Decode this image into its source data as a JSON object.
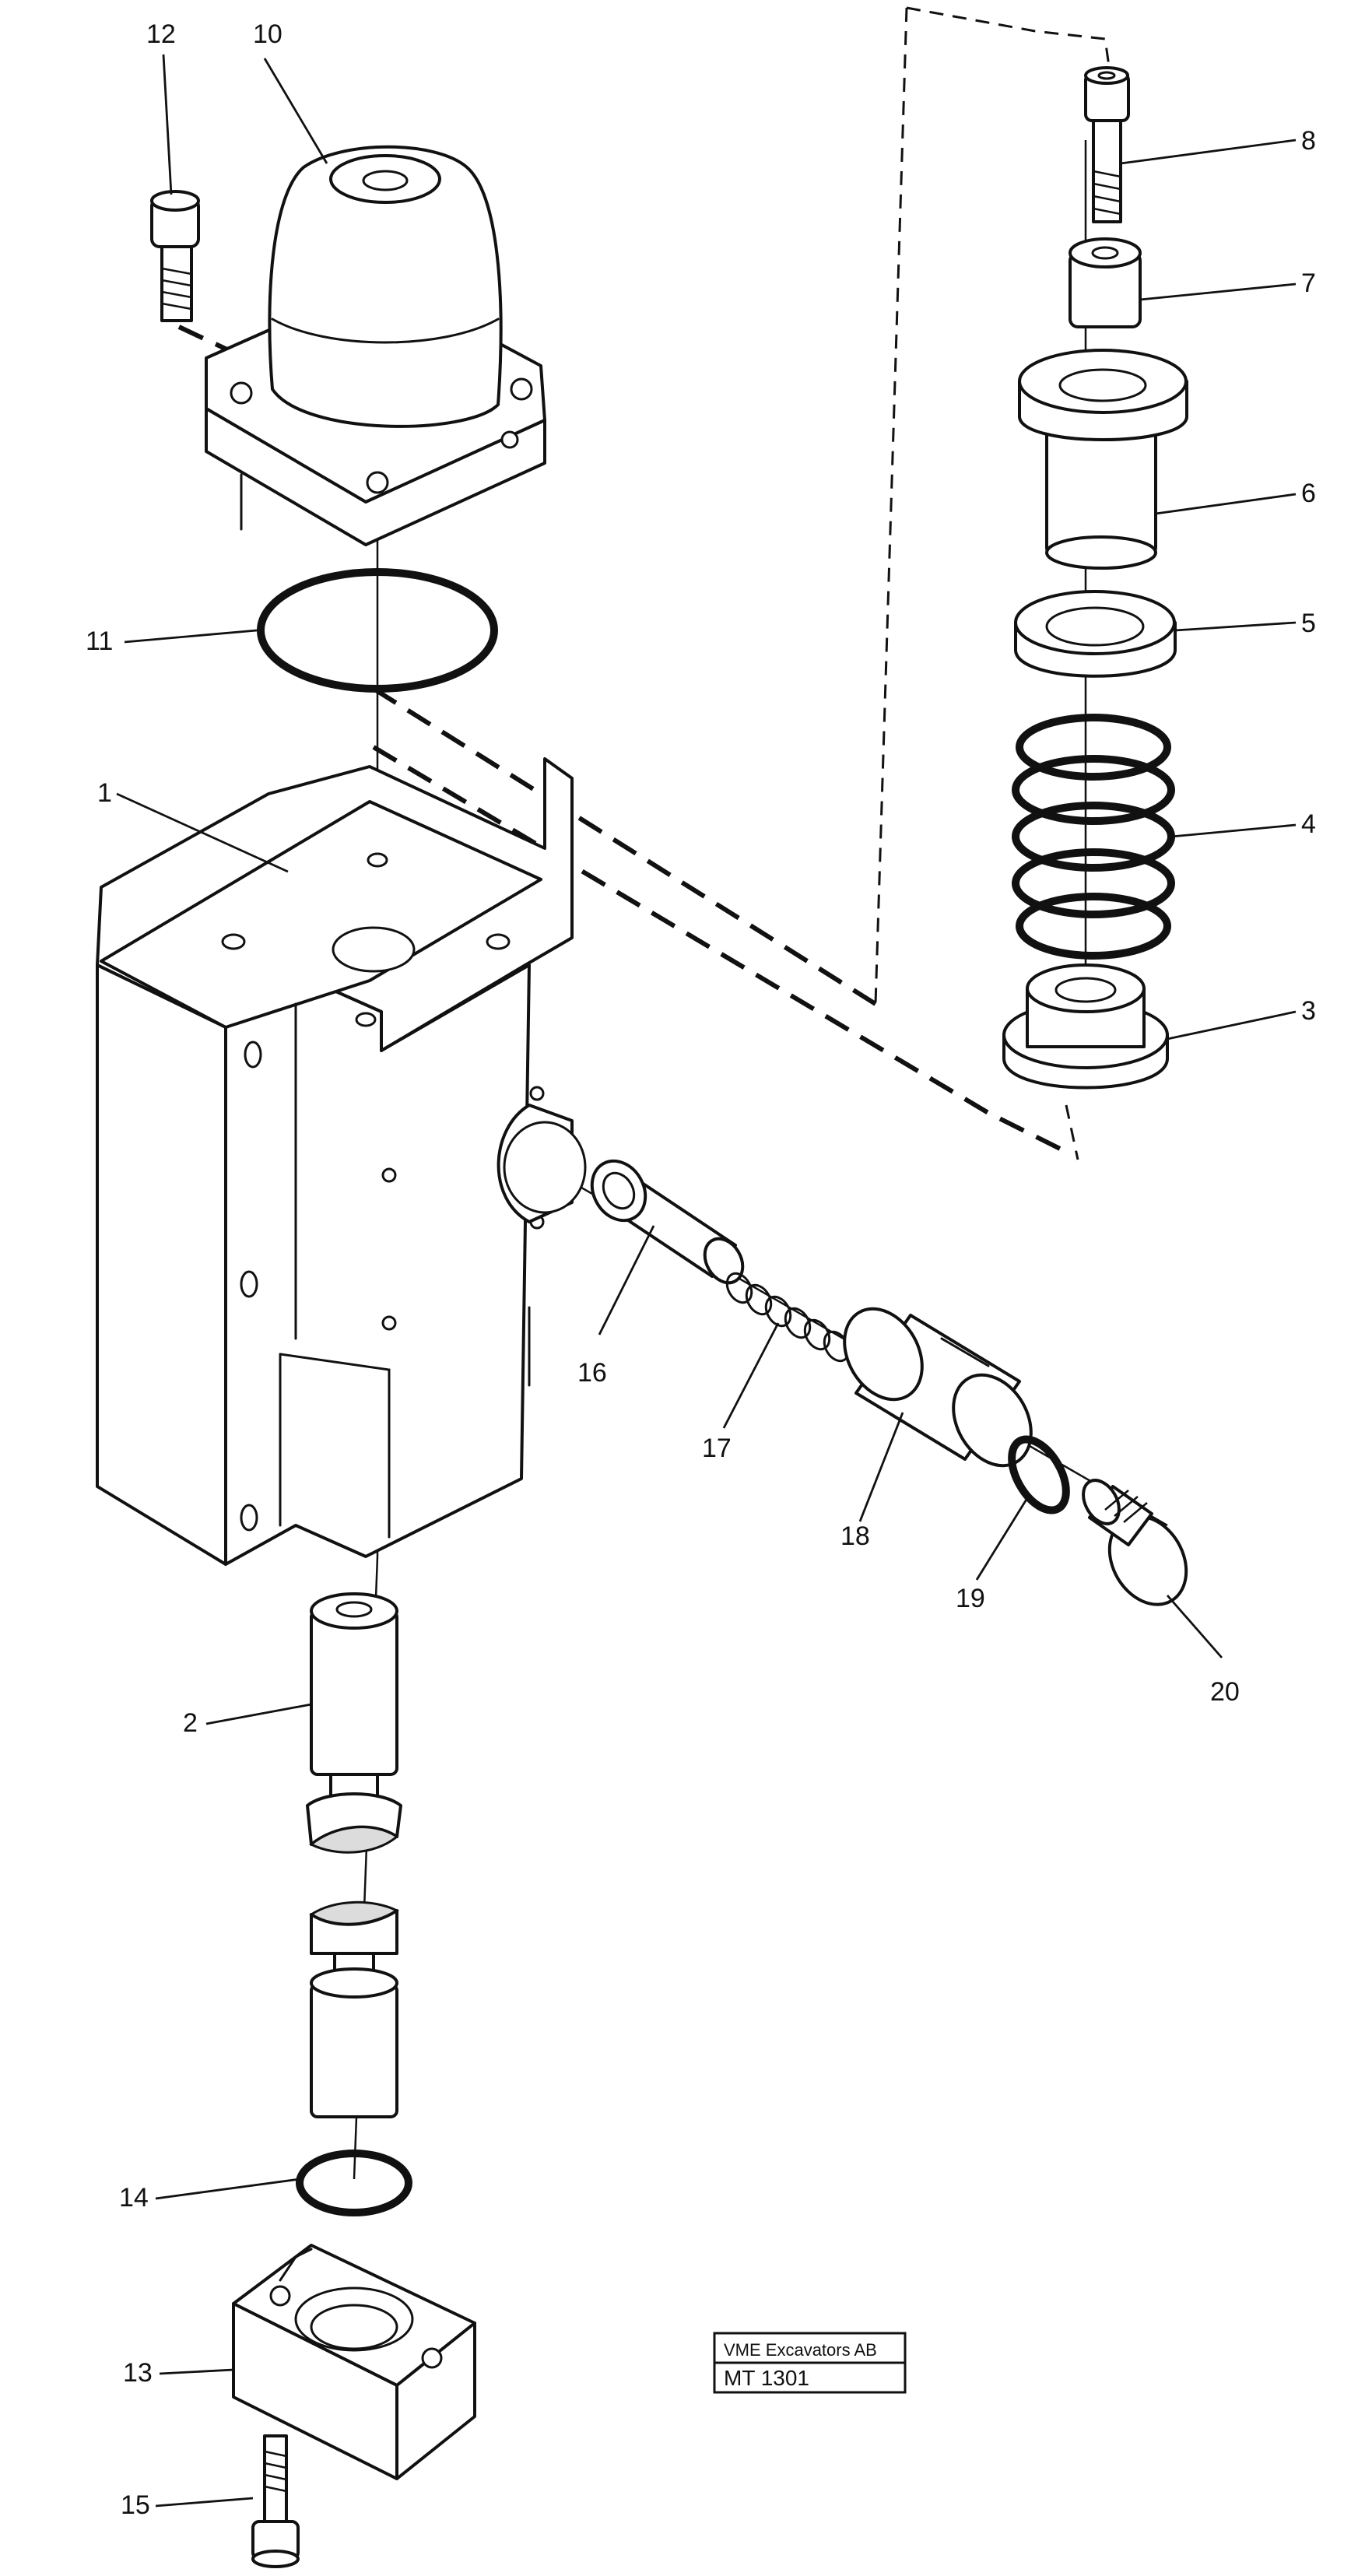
{
  "diagram": {
    "callouts": [
      {
        "id": "1",
        "text": "1"
      },
      {
        "id": "2",
        "text": "2"
      },
      {
        "id": "3",
        "text": "3"
      },
      {
        "id": "4",
        "text": "4"
      },
      {
        "id": "5",
        "text": "5"
      },
      {
        "id": "6",
        "text": "6"
      },
      {
        "id": "7",
        "text": "7"
      },
      {
        "id": "8",
        "text": "8"
      },
      {
        "id": "10",
        "text": "10"
      },
      {
        "id": "11",
        "text": "11"
      },
      {
        "id": "12",
        "text": "12"
      },
      {
        "id": "13",
        "text": "13"
      },
      {
        "id": "14",
        "text": "14"
      },
      {
        "id": "15",
        "text": "15"
      },
      {
        "id": "16",
        "text": "16"
      },
      {
        "id": "17",
        "text": "17"
      },
      {
        "id": "18",
        "text": "18"
      },
      {
        "id": "19",
        "text": "19"
      },
      {
        "id": "20",
        "text": "20"
      }
    ],
    "stamp": {
      "company": "VME Excavators AB",
      "code": "MT 1301"
    }
  }
}
